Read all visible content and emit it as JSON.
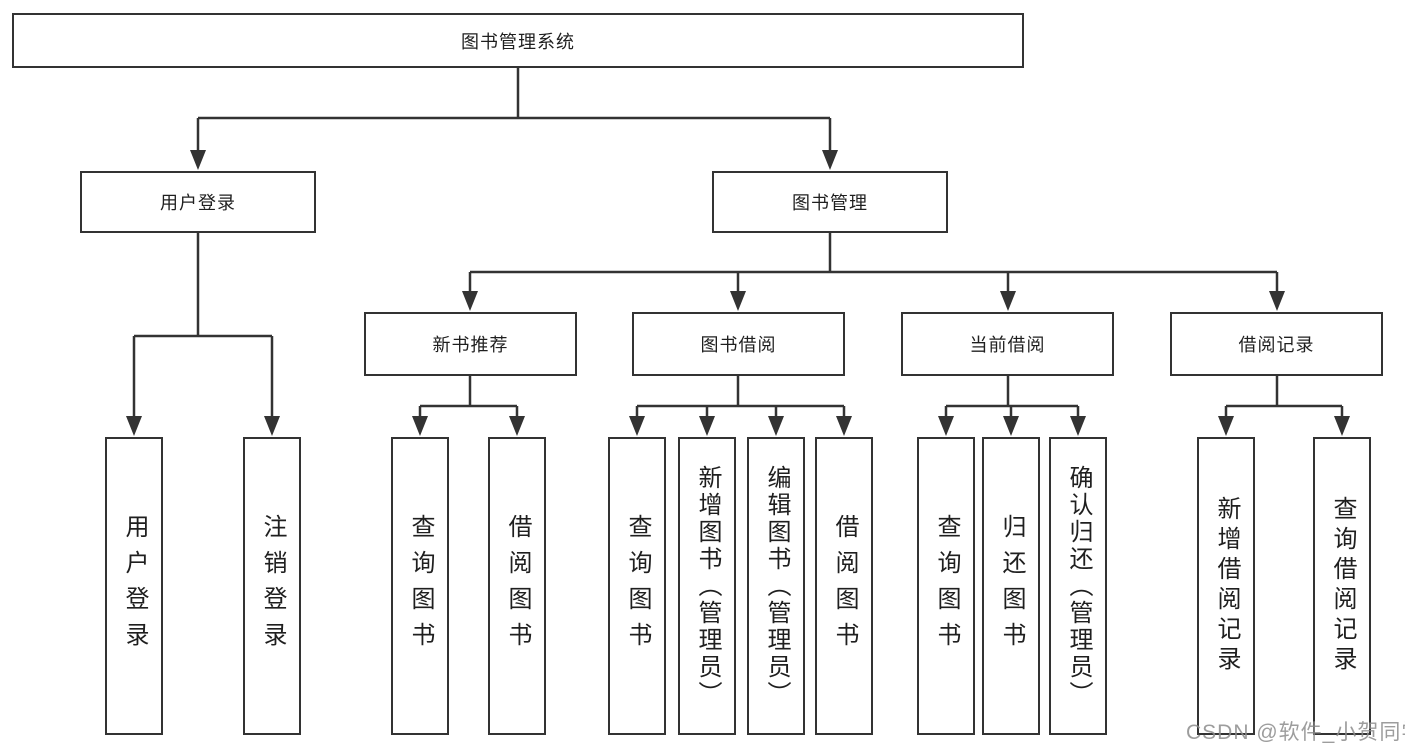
{
  "tree": {
    "label": "图书管理系统",
    "children": [
      {
        "label": "用户登录",
        "children": [
          {
            "label": "用户登录"
          },
          {
            "label": "注销登录"
          }
        ]
      },
      {
        "label": "图书管理",
        "children": [
          {
            "label": "新书推荐",
            "children": [
              {
                "label": "查询图书"
              },
              {
                "label": "借阅图书"
              }
            ]
          },
          {
            "label": "图书借阅",
            "children": [
              {
                "label": "查询图书"
              },
              {
                "label": "新增图书（管理员）"
              },
              {
                "label": "编辑图书（管理员）"
              },
              {
                "label": "借阅图书"
              }
            ]
          },
          {
            "label": "当前借阅",
            "children": [
              {
                "label": "查询图书"
              },
              {
                "label": "归还图书"
              },
              {
                "label": "确认归还（管理员）"
              }
            ]
          },
          {
            "label": "借阅记录",
            "children": [
              {
                "label": "新增借阅记录"
              },
              {
                "label": "查询借阅记录"
              }
            ]
          }
        ]
      }
    ]
  },
  "watermark": "CSDN @软件_小贺同学",
  "colors": {
    "line": "#333333",
    "text": "#1f1f1f",
    "background": "#ffffff",
    "watermark": "#8c8c8c"
  }
}
